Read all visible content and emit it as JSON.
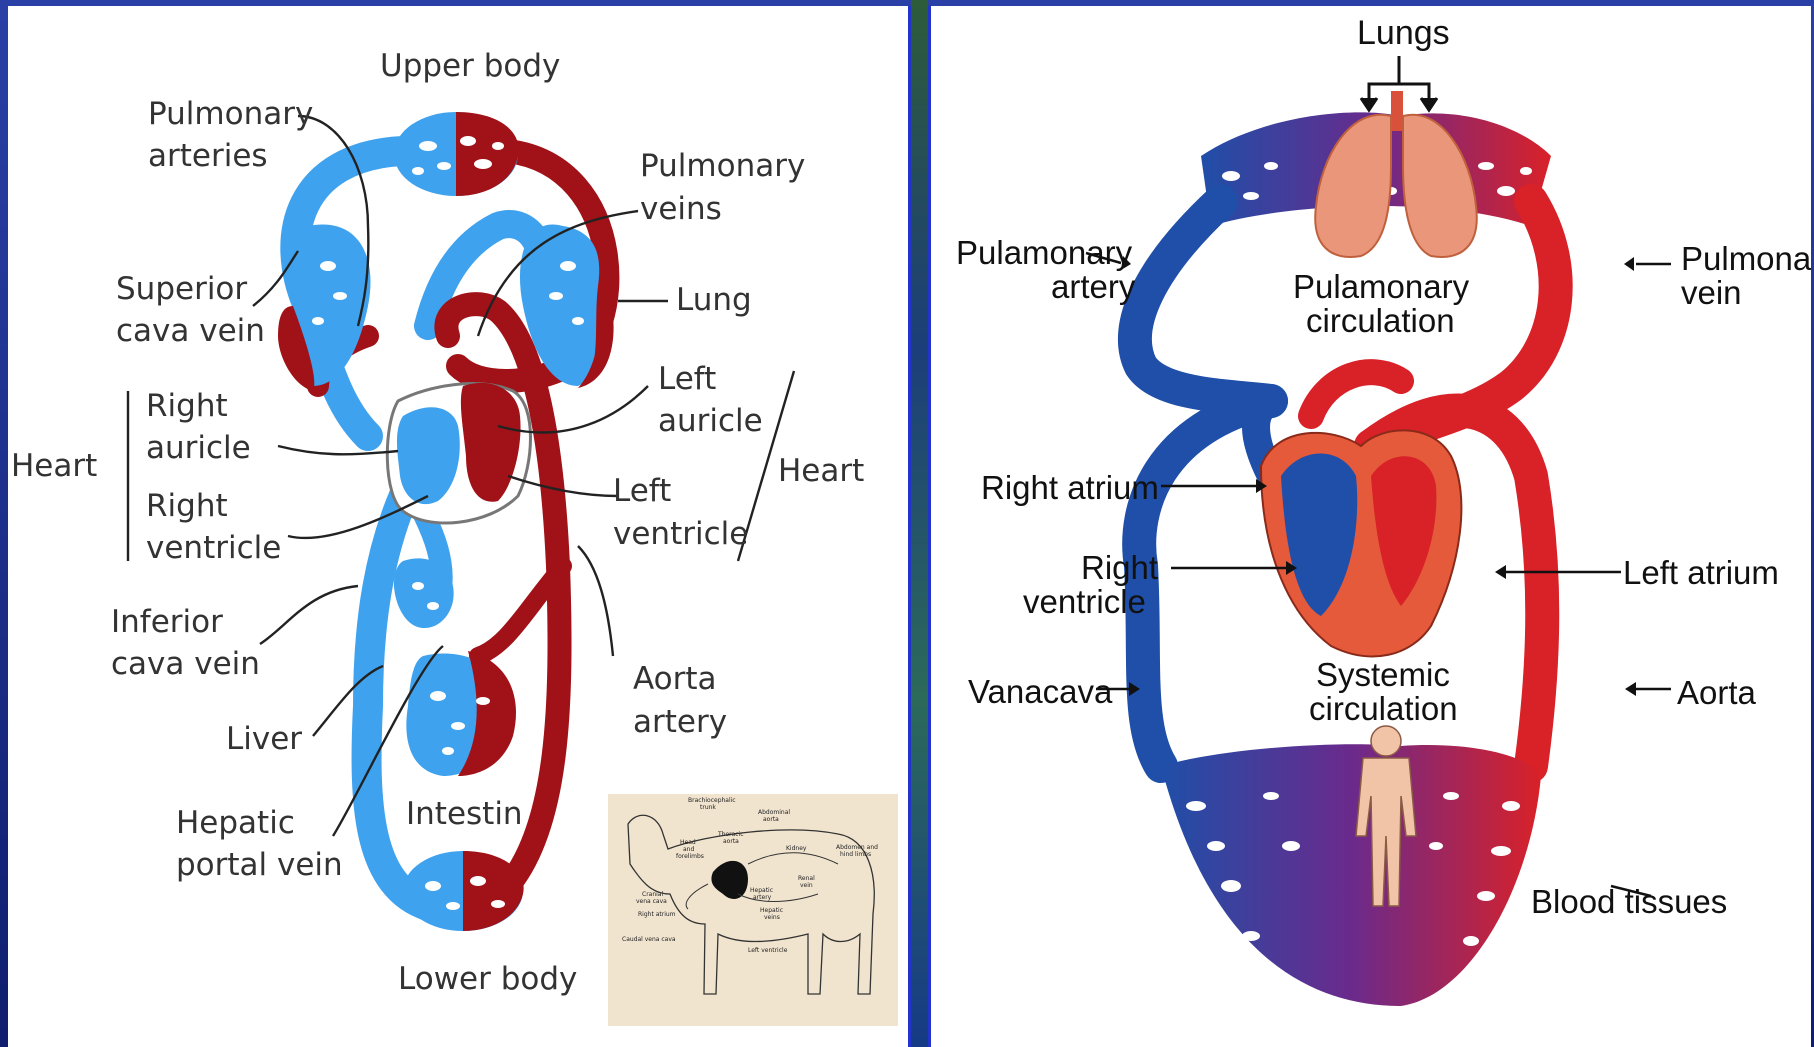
{
  "left_diagram": {
    "labels": {
      "upper_body": "Upper body",
      "pulmonary_arteries_1": "Pulmonary",
      "pulmonary_arteries_2": "arteries",
      "pulmonary_veins_1": "Pulmonary",
      "pulmonary_veins_2": "veins",
      "superior_cava_1": "Superior",
      "superior_cava_2": "cava vein",
      "lung": "Lung",
      "left_auricle_1": "Left",
      "left_auricle_2": "auricle",
      "heart_left": "Heart",
      "heart_right": "Heart",
      "right_auricle_1": "Right",
      "right_auricle_2": "auricle",
      "right_ventricle_1": "Right",
      "right_ventricle_2": "ventricle",
      "left_ventricle_1": "Left",
      "left_ventricle_2": "ventricle",
      "inferior_cava_1": "Inferior",
      "inferior_cava_2": "cava vein",
      "aorta_1": "Aorta",
      "aorta_2": "artery",
      "liver": "Liver",
      "hepatic_1": "Hepatic",
      "hepatic_2": "portal vein",
      "intestin": "Intestin",
      "lower_body": "Lower body"
    },
    "inset_labels": {
      "brachio_1": "Brachiocephalic",
      "brachio_2": "trunk",
      "abdominal_1": "Abdominal",
      "abdominal_2": "aorta",
      "thoracic_1": "Thoracic",
      "thoracic_2": "aorta",
      "head_1": "Head",
      "head_2": "and",
      "head_3": "forelimbs",
      "kidney": "Kidney",
      "abdomen_1": "Abdomen and",
      "abdomen_2": "hind limbs",
      "cranial_1": "Cranial",
      "cranial_2": "vena cava",
      "hepatic_artery_1": "Hepatic",
      "hepatic_artery_2": "artery",
      "renal_1": "Renal",
      "renal_2": "vein",
      "right_atrium": "Right atrium",
      "hepatic_veins_1": "Hepatic",
      "hepatic_veins_2": "veins",
      "caudal": "Caudal vena cava",
      "left_ventricle": "Left ventricle"
    }
  },
  "right_diagram": {
    "labels": {
      "lungs": "Lungs",
      "pulmonary_artery_1": "Pulamonary",
      "pulmonary_artery_2": "artery",
      "pulmonary_vein_1": "Pulmonary",
      "pulmonary_vein_2": "vein",
      "pulm_circ_1": "Pulamonary",
      "pulm_circ_2": "circulation",
      "right_atrium": "Right atrium",
      "right_ventricle_1": "Right",
      "right_ventricle_2": "ventricle",
      "left_atrium": "Left atrium",
      "vanacava": "Vanacava",
      "sys_circ_1": "Systemic",
      "sys_circ_2": "circulation",
      "aorta": "Aorta",
      "blood_tissues": "Blood tissues"
    }
  },
  "colors": {
    "venous_blue": "#3fa2ee",
    "arterial_red": "#a01218",
    "deep_blue": "#1f4fa8",
    "bright_red": "#d92128",
    "lung_pink": "#e9967a",
    "body_skin": "#f1c4a8"
  }
}
